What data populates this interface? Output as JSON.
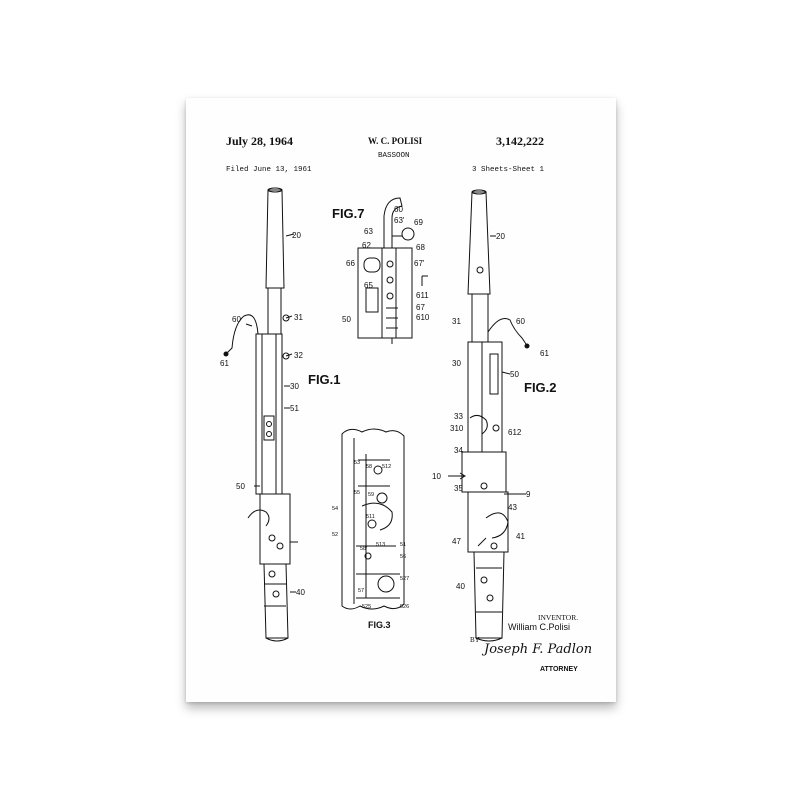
{
  "header": {
    "date": "July 28, 1964",
    "inventor_name": "W. C. POLISI",
    "patent_number": "3,142,222",
    "title": "BASSOON",
    "filed": "Filed June 13, 1961",
    "sheets": "3 Sheets-Sheet 1"
  },
  "figures": {
    "fig1": "FIG.1",
    "fig2": "FIG.2",
    "fig3": "FIG.3",
    "fig7": "FIG.7"
  },
  "refs_fig1": [
    "20",
    "60",
    "31",
    "61",
    "32",
    "30",
    "51",
    "50",
    "40"
  ],
  "refs_fig2": [
    "20",
    "31",
    "60",
    "61",
    "30",
    "50",
    "33",
    "310",
    "612",
    "34",
    "10",
    "35",
    "9",
    "43",
    "41",
    "47",
    "40"
  ],
  "refs_fig7": [
    "60",
    "63'",
    "69",
    "63",
    "62",
    "68",
    "66",
    "67'",
    "65",
    "611",
    "67",
    "50",
    "610"
  ],
  "refs_fig3": [
    "53",
    "58",
    "512",
    "59",
    "55",
    "54",
    "511",
    "52",
    "58'",
    "513",
    "51",
    "56",
    "527",
    "57",
    "525",
    "526"
  ],
  "signature_block": {
    "inventor_label": "INVENTOR.",
    "inventor": "William C.Polisi",
    "by": "BY",
    "signature": "Joseph F. Padlon",
    "attorney": "ATTORNEY"
  }
}
